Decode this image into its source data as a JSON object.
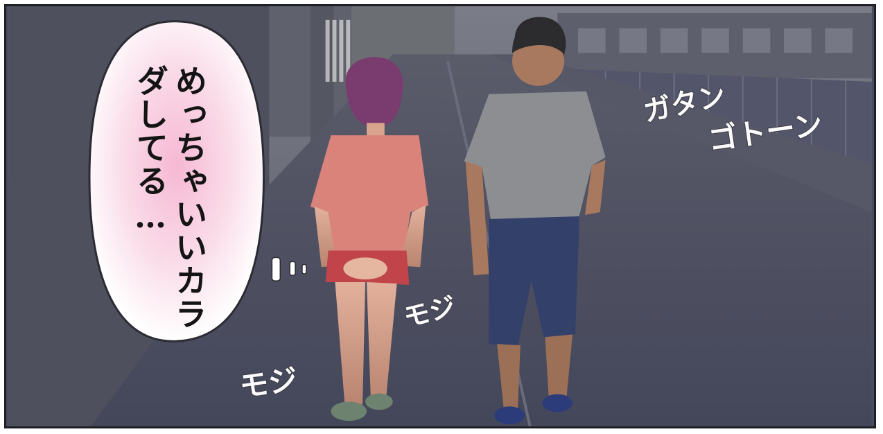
{
  "speech_bubble": {
    "text": "めっちゃいいカラダしてる…"
  },
  "sound_effects": {
    "train_1": "ガタン",
    "train_2": "ゴトーン",
    "fidget_1": "モジ",
    "fidget_2": "モジ"
  },
  "colors": {
    "night_road": "#4b4d5c",
    "bubble_glow": "#f4c4dc",
    "woman_shirt": "#d9837a",
    "woman_shorts": "#c0444a",
    "man_shirt": "#8c8e92",
    "man_shorts": "#33406a"
  }
}
